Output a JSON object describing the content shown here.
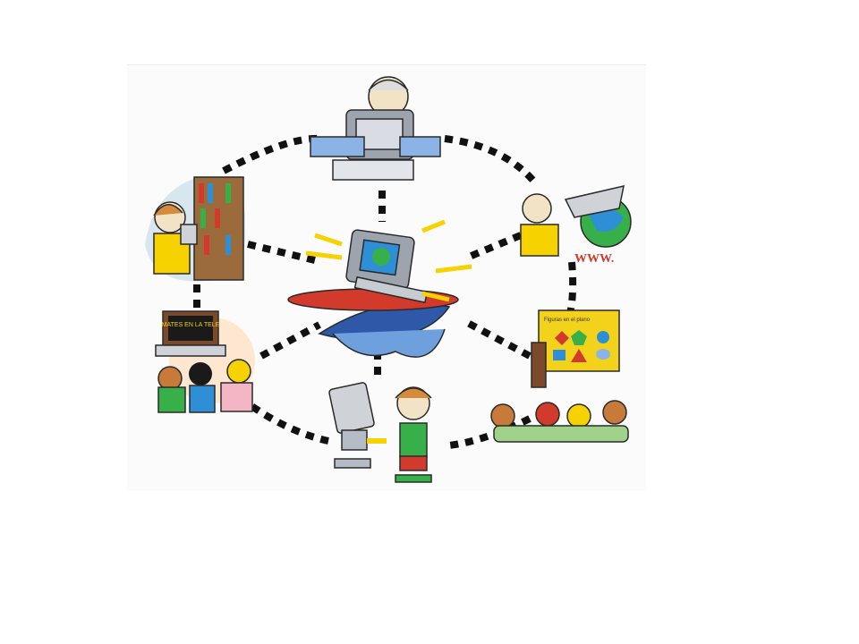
{
  "illustration": {
    "tv_caption": "MATES EN LA TELE",
    "www_label": "WWW.",
    "board_caption": "Figuras en el plano",
    "colors": {
      "hub_red": "#d23a2c",
      "hub_wave": "#2f59a8",
      "monitor_gray": "#9ea4ad",
      "globe_blue": "#2e8fd6",
      "globe_green": "#38b04a",
      "board_yellow": "#f3d21b",
      "burst_yellow": "#f6d200"
    },
    "icons": [
      "hub-computer-icon",
      "programmer-icon",
      "graduate-globe-icon",
      "shapes-board-class-icon",
      "robot-student-icon",
      "tv-class-icon",
      "library-reader-icon"
    ]
  }
}
